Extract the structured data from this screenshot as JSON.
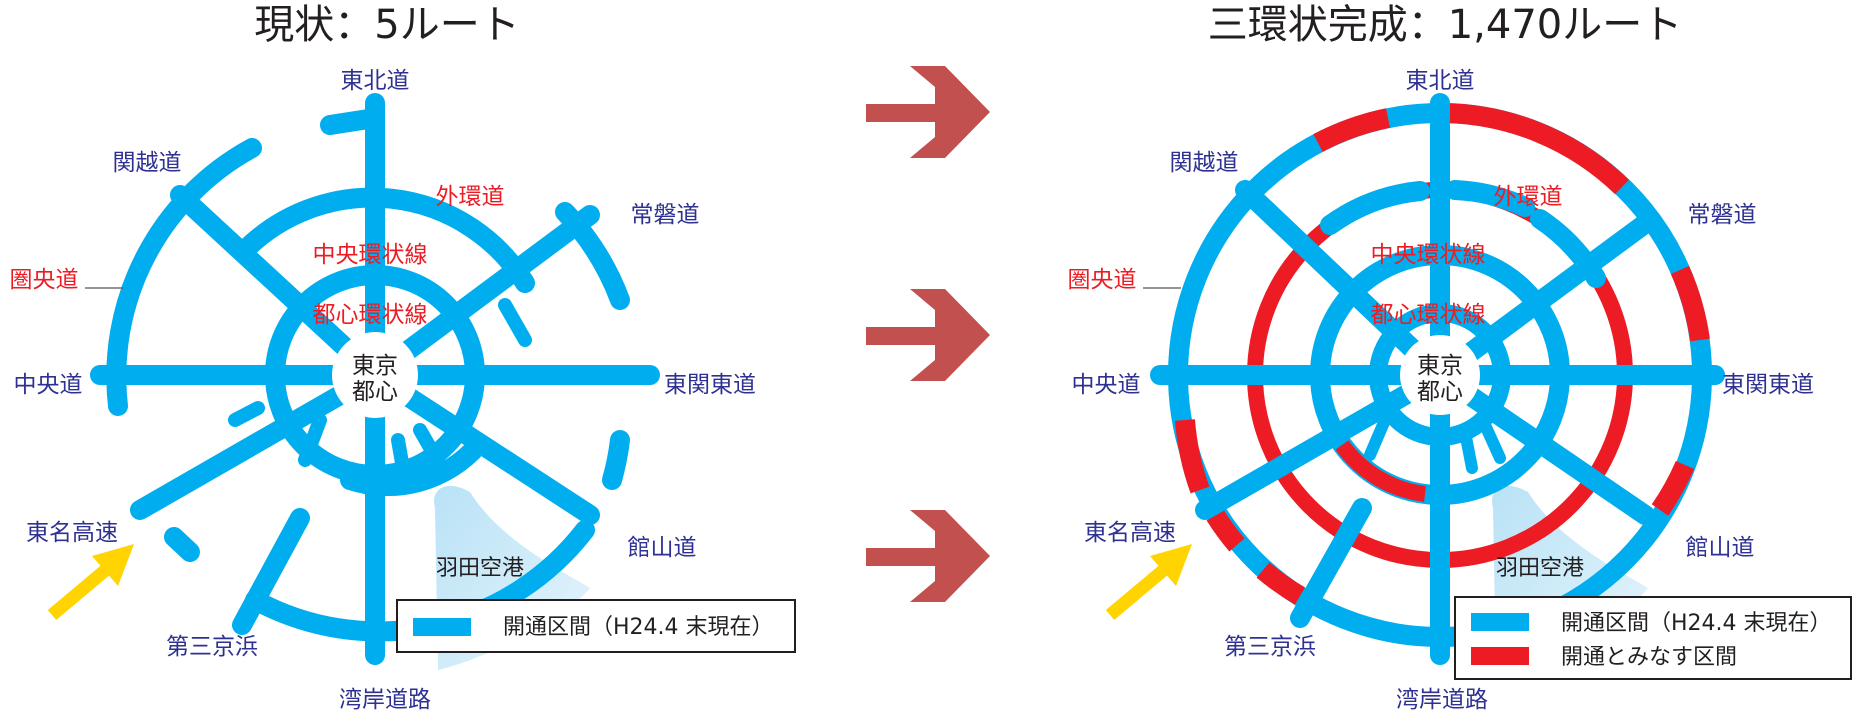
{
  "colors": {
    "open": "#00aeef",
    "assumed": "#ed1c24",
    "arrow": "#c1504f",
    "label": "#2e3192",
    "yellow": "#ffd400",
    "airport": "#c7e7f7"
  },
  "left": {
    "title": "現状：5ルート",
    "center": [
      "東京",
      "都心"
    ],
    "routes": {
      "tohoku": "東北道",
      "kanetsu": "関越道",
      "joban": "常磐道",
      "chuo": "中央道",
      "higashikanto": "東関東道",
      "tomei": "東名高速",
      "tateyama": "館山道",
      "daisan": "第三京浜",
      "wangan": "湾岸道路"
    },
    "rings": {
      "gaikan": "外環道",
      "c2": "中央環状線",
      "c1": "都心環状線",
      "ken_o": "圏央道"
    },
    "airport": "羽田空港",
    "legend": [
      {
        "label": "開通区間（H24.4 末現在）"
      }
    ]
  },
  "right": {
    "title": "三環状完成：1,470ルート",
    "center": [
      "東京",
      "都心"
    ],
    "routes": {
      "tohoku": "東北道",
      "kanetsu": "関越道",
      "joban": "常磐道",
      "chuo": "中央道",
      "higashikanto": "東関東道",
      "tomei": "東名高速",
      "tateyama": "館山道",
      "daisan": "第三京浜",
      "wangan": "湾岸道路"
    },
    "rings": {
      "gaikan": "外環道",
      "c2": "中央環状線",
      "c1": "都心環状線",
      "ken_o": "圏央道"
    },
    "airport": "羽田空港",
    "legend": [
      {
        "label": "開通区間（H24.4 末現在）"
      },
      {
        "label": "開通とみなす区間"
      }
    ]
  }
}
